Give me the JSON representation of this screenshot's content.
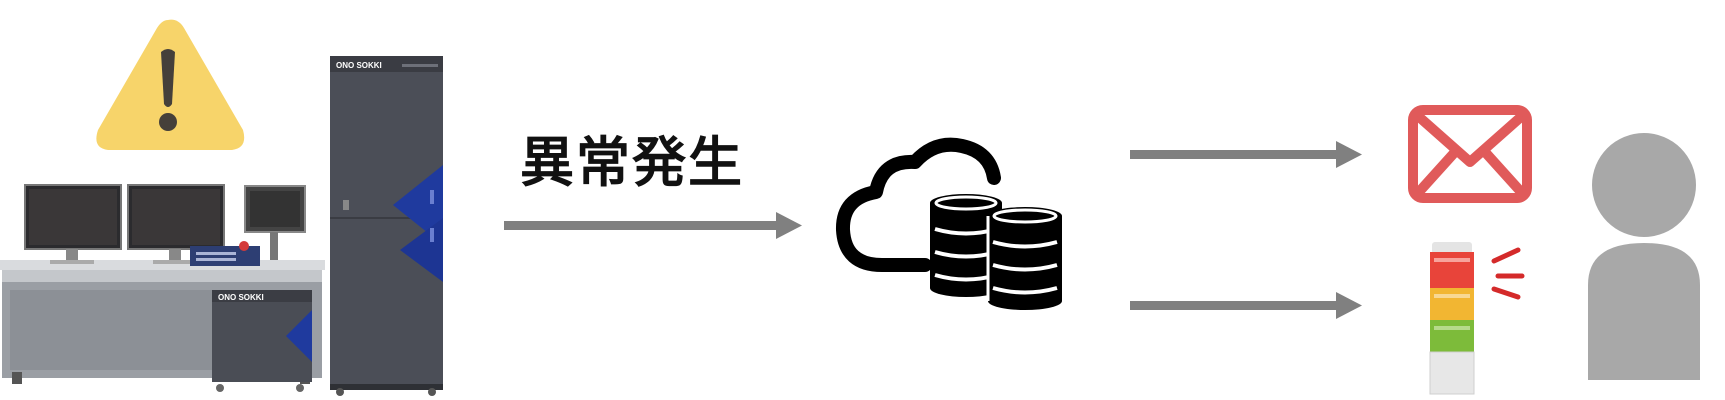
{
  "event_label": "異常発生",
  "rack_brand": "ONO SOKKI",
  "desk_brand": "ONO SOKKI",
  "icons": {
    "warning": "warning-icon",
    "cloud_database": "cloud-database-icon",
    "mail": "mail-icon",
    "signal_tower": "signal-tower-icon",
    "person": "person-icon"
  },
  "colors": {
    "warning_fill": "#f7d46a",
    "arrow": "#808080",
    "mail": "#e05a5a",
    "cabinet_blue": "#1f3a9e",
    "person": "#a8a8a8"
  }
}
